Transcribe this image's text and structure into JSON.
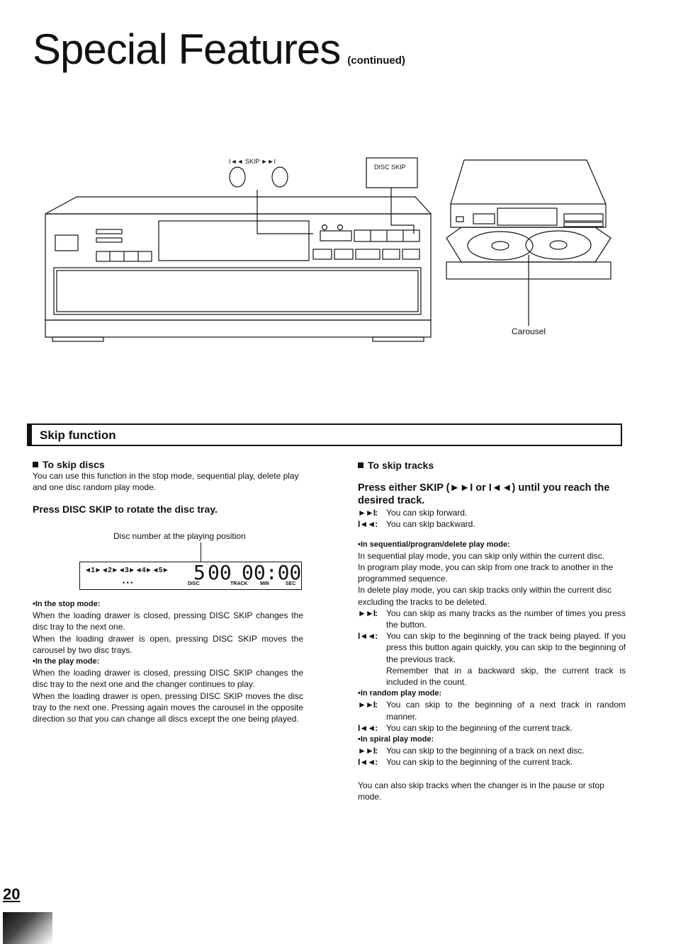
{
  "header": {
    "title": "Special Features",
    "continued": "(continued)"
  },
  "figure": {
    "skip_label": "I◄◄ SKIP ►►I",
    "disc_skip_label": "DISC SKIP",
    "carousel_label": "Carousel"
  },
  "section": {
    "title": "Skip function"
  },
  "left": {
    "heading": "To skip discs",
    "intro": "You can use this function in the stop mode, sequential play, delete play and one disc random play mode.",
    "instruction": "Press DISC SKIP to rotate the disc tray.",
    "display_caption": "Disc number at the playing position",
    "display": {
      "discs": "◄1►◄2►◄3►◄4►◄5►",
      "dots": "• • •",
      "digits_disc": "5",
      "digits_track": "00",
      "digits_time": "00:00",
      "lbl_disc": "DISC",
      "lbl_track": "TRACK",
      "lbl_min": "MIN",
      "lbl_sec": "SEC"
    },
    "stop_mode_label": "•In the stop mode:",
    "stop_mode_text_1": "When the loading drawer is closed, pressing DISC SKIP changes the disc tray to the next one.",
    "stop_mode_text_2": "When the loading drawer is open, pressing DISC SKIP moves the carousel by two disc trays.",
    "play_mode_label": "•In the play mode:",
    "play_mode_text_1": "When the loading drawer is closed, pressing DISC SKIP changes the disc tray to the next one and the changer continues to play.",
    "play_mode_text_2": "When the loading drawer is open, pressing DISC SKIP moves the disc tray to the next one. Pressing again moves the carousel in the opposite direction so that you can change all discs except the one being played."
  },
  "right": {
    "heading": "To skip tracks",
    "instruction": "Press either SKIP (►►I or I◄◄) until you reach the desired track.",
    "fwd_key": "►►I:",
    "fwd_text": "You can skip forward.",
    "back_key": "I◄◄:",
    "back_text": "You can skip backward.",
    "seq_label": "•In sequential/program/delete play mode:",
    "seq_text_1": "In sequential play mode, you can skip only within the current disc.",
    "seq_text_2": "In program play mode, you can skip from one track to another in the programmed sequence.",
    "seq_text_3": "In delete play mode, you can skip tracks only within the current disc excluding the tracks to be deleted.",
    "seq_fwd_key": "►►I:",
    "seq_fwd_text": "You can skip as many tracks as the number of times you press the button.",
    "seq_back_key": "I◄◄:",
    "seq_back_text": "You can skip to the beginning of the track being played. If you press this button again quickly, you can skip to the beginning of the previous track.",
    "seq_back_note": "Remember that in a backward skip, the current track is included in the count.",
    "random_label": "•In random play mode:",
    "random_fwd_key": "►►I:",
    "random_fwd_text": "You can skip to the beginning of a next track in random manner.",
    "random_back_key": "I◄◄:",
    "random_back_text": "You can skip to the beginning of the current track.",
    "spiral_label": "•In spiral play mode:",
    "spiral_fwd_key": "►►I:",
    "spiral_fwd_text": "You can skip to the beginning of a track on next disc.",
    "spiral_back_key": "I◄◄:",
    "spiral_back_text": "You can skip to the beginning of the current track.",
    "footer_note": "You can also skip tracks when the changer is in the pause or stop mode."
  },
  "footer": {
    "page_number": "20"
  }
}
